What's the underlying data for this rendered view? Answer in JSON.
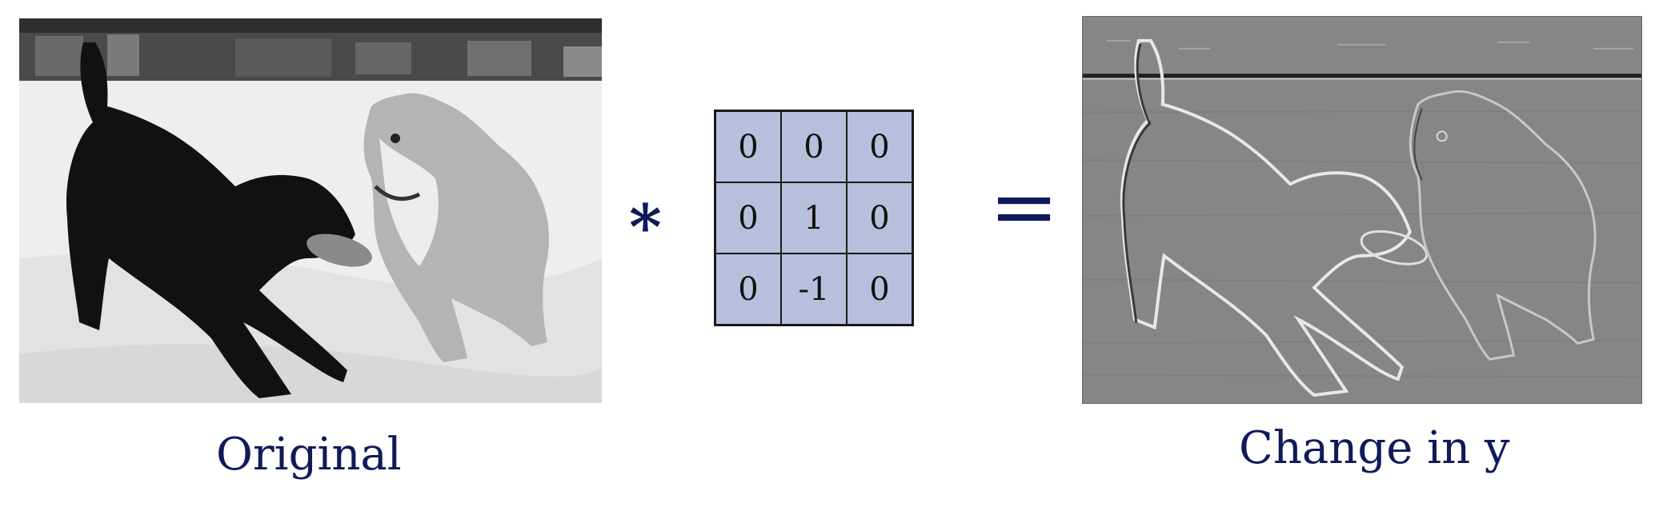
{
  "operators": {
    "convolution": "*",
    "equals": "="
  },
  "kernel": {
    "rows": [
      [
        "0",
        "0",
        "0"
      ],
      [
        "0",
        "1",
        "0"
      ],
      [
        "0",
        "-1",
        "0"
      ]
    ]
  },
  "captions": {
    "original": "Original",
    "result": "Change in y"
  },
  "colors": {
    "text_navy": "#0f1a5a",
    "kernel_cell": "#b9bedc",
    "edge_background": "#868686"
  }
}
